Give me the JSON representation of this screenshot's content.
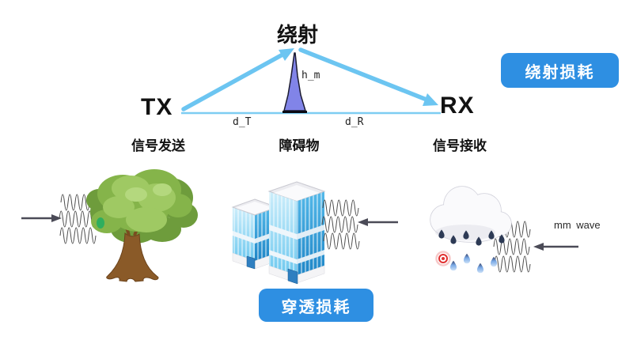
{
  "top_diagram": {
    "title": "绕射",
    "tx": "TX",
    "rx": "RX",
    "d_t": "d_T",
    "d_r": "d_R",
    "h_m": "h_m",
    "caption_tx": "信号发送",
    "caption_obstacle": "障碍物",
    "caption_rx": "信号接收",
    "badge": "绕射损耗"
  },
  "bottom_row": {
    "badge": "穿透损耗",
    "mm_wave_label": "mm wave"
  },
  "icons": {
    "tree": "tree-icon",
    "building": "building-icon",
    "rain_cloud": "rain-cloud-icon",
    "radio_wave": "radio-wave-icon",
    "direction_arrow": "wave-direction-arrow-icon"
  },
  "colors": {
    "badge_blue": "#2E8FE2",
    "arrow_blue": "#6CC5F1",
    "baseline_blue": "#7DCDF2",
    "obstacle_fill": "#8184E8",
    "dark_arrow": "#4B4B57",
    "wave_stroke": "#4A4A4A",
    "tree_green": "#85B44A",
    "trunk_brown": "#8A5A28",
    "building_blue": "#2F9AD6"
  }
}
